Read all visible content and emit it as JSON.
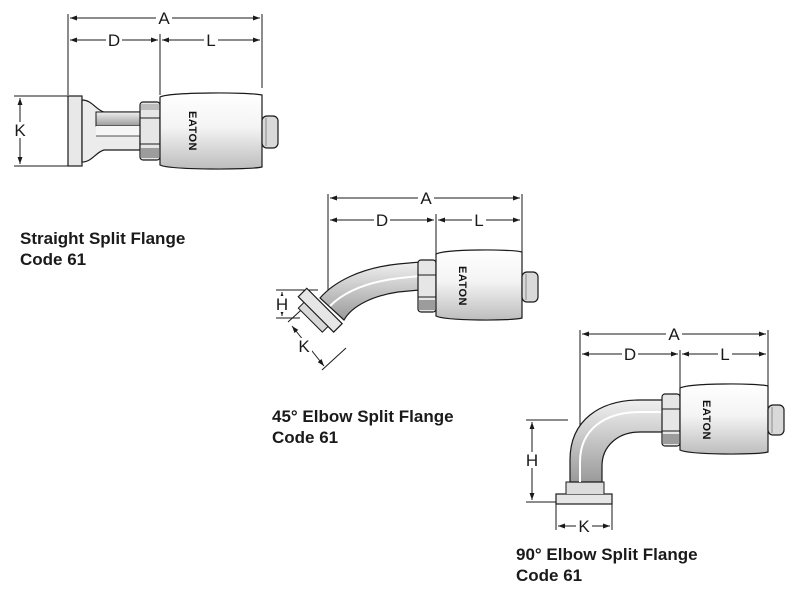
{
  "dimensions": {
    "a": "A",
    "d": "D",
    "l": "L",
    "k": "K",
    "h": "H"
  },
  "brand_mark": "EATON",
  "fittings": [
    {
      "title": "Straight Split Flange",
      "code": "Code 61"
    },
    {
      "title": "45° Elbow Split Flange",
      "code": "Code 61"
    },
    {
      "title": "90° Elbow Split Flange",
      "code": "Code 61"
    }
  ],
  "colors": {
    "line": "#1a1a1a",
    "body_light": "#f2f2f2",
    "body_shade": "#cfcfcf",
    "dark": "#6e6e6e"
  }
}
